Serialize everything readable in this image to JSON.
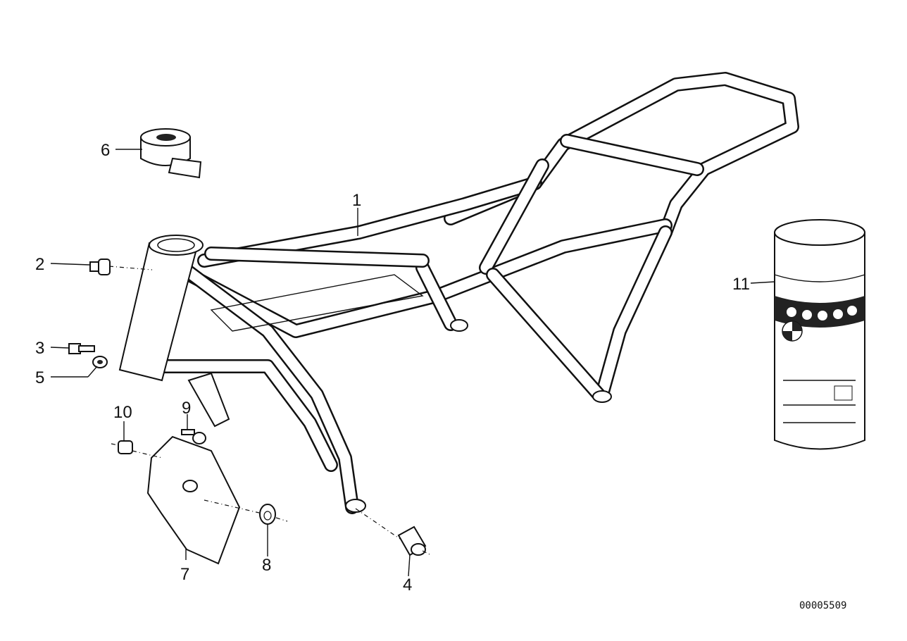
{
  "diagram": {
    "reference_number": "00005509",
    "callouts": [
      {
        "id": "1",
        "label": "1"
      },
      {
        "id": "2",
        "label": "2"
      },
      {
        "id": "3",
        "label": "3"
      },
      {
        "id": "4",
        "label": "4"
      },
      {
        "id": "5",
        "label": "5"
      },
      {
        "id": "6",
        "label": "6"
      },
      {
        "id": "7",
        "label": "7"
      },
      {
        "id": "8",
        "label": "8"
      },
      {
        "id": "9",
        "label": "9"
      },
      {
        "id": "10",
        "label": "10"
      },
      {
        "id": "11",
        "label": "11"
      }
    ]
  }
}
